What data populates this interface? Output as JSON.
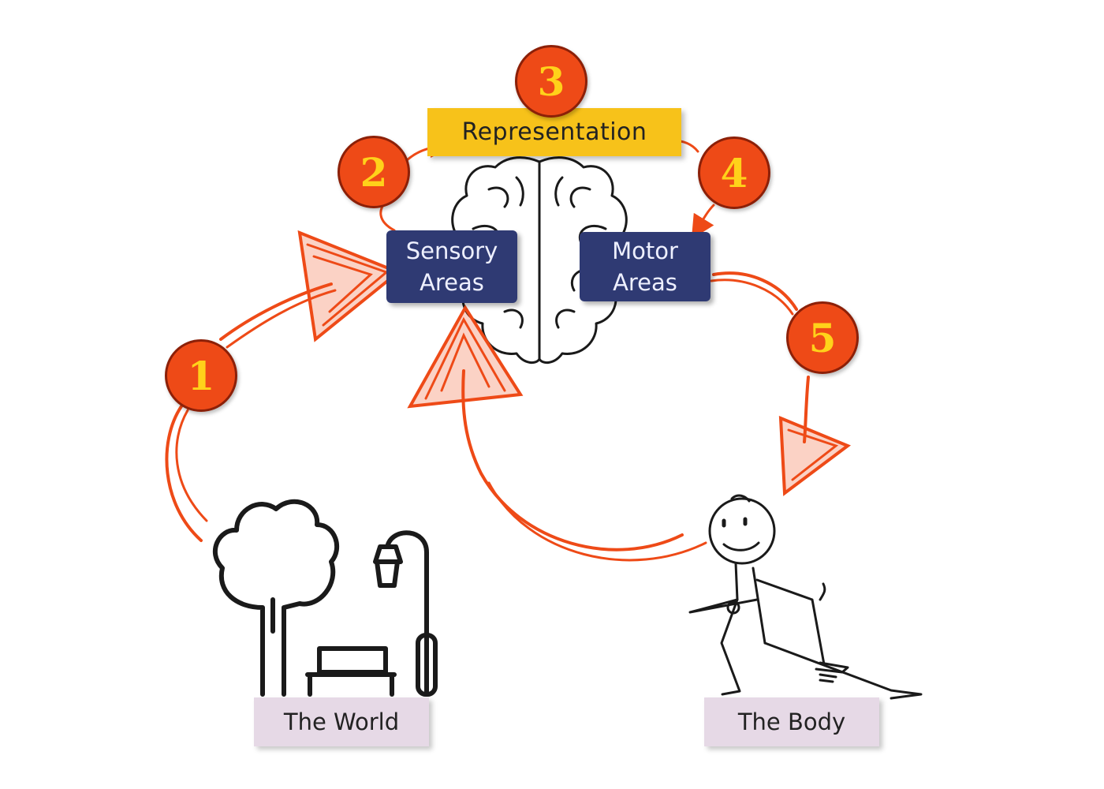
{
  "diagram": {
    "representation_label": "Representation",
    "sensory_label_line1": "Sensory",
    "sensory_label_line2": "Areas",
    "motor_label_line1": "Motor",
    "motor_label_line2": "Areas",
    "world_label": "The World",
    "body_label": "The Body",
    "steps": [
      "1",
      "2",
      "3",
      "4",
      "5"
    ]
  },
  "colors": {
    "arrow": "#ee4a17",
    "badge": "#ee4a17",
    "badge_digit": "#ffd21a",
    "representation_bg": "#f7c21a",
    "region_bg": "#2f3a73",
    "label_bg": "#e6d9e6",
    "line_art": "#222222"
  },
  "icons": [
    "brain-icon",
    "tree-icon",
    "bench-icon",
    "street-lamp-icon",
    "stick-figure-icon"
  ]
}
